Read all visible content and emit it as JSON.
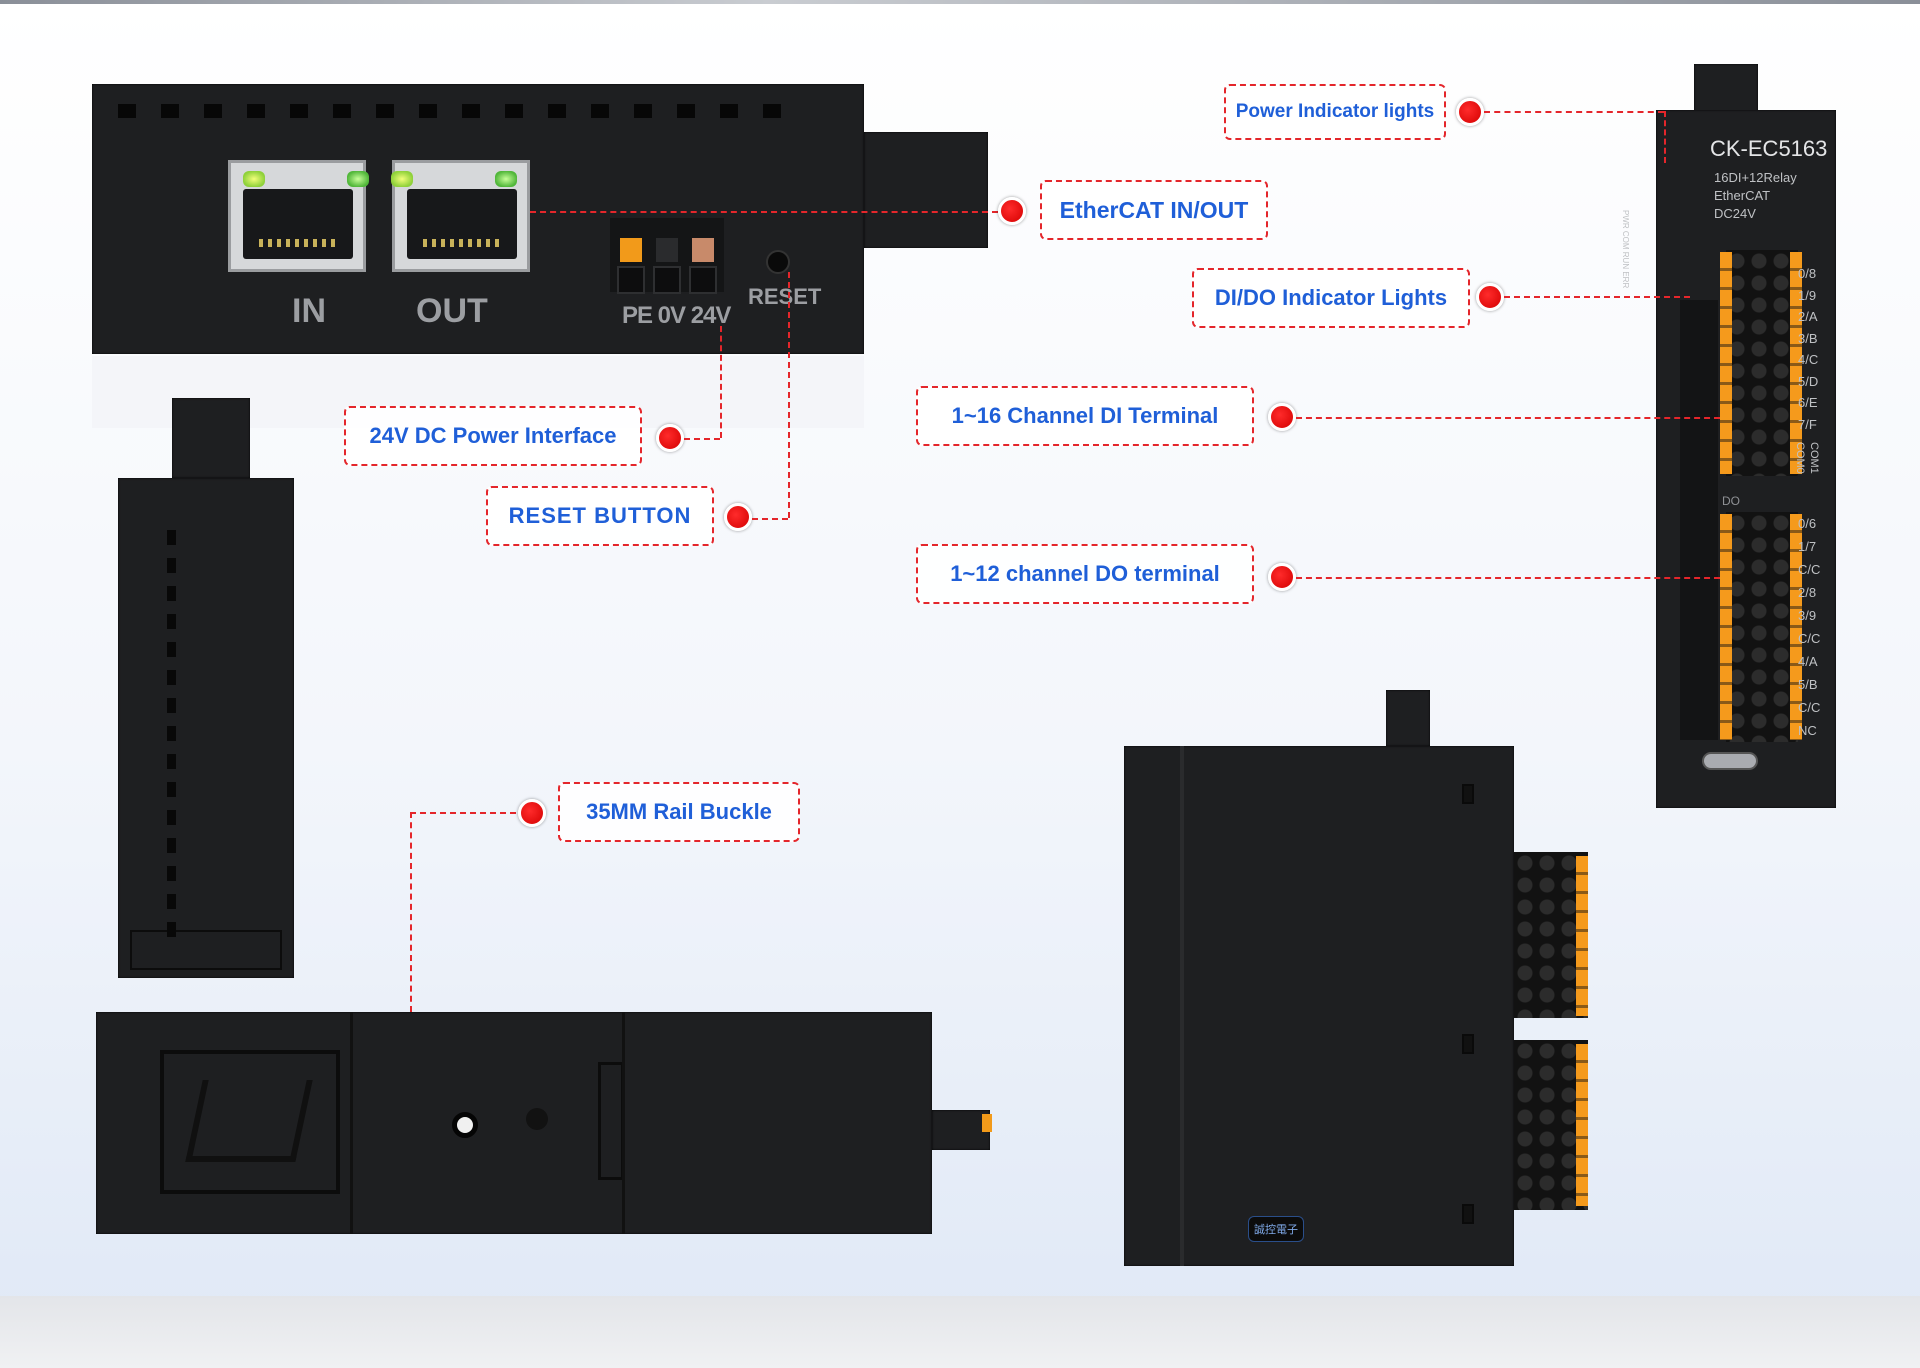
{
  "callouts": {
    "power_indicator": "Power Indicator lights",
    "ethercat": "EtherCAT IN/OUT",
    "dido_lights": "DI/DO Indicator Lights",
    "di_terminal": "1~16 Channel DI Terminal",
    "do_terminal": "1~12 channel DO terminal",
    "power_interface": "24V DC Power Interface",
    "reset_button": "RESET BUTTON",
    "rail_buckle": "35MM Rail Buckle"
  },
  "top_view": {
    "port_in": "IN",
    "port_out": "OUT",
    "power_terminals": "PE 0V 24V",
    "reset": "RESET"
  },
  "front_view": {
    "model": "CK-EC5163",
    "spec_line1": "16DI+12Relay",
    "spec_line2": "EtherCAT",
    "spec_line3": "DC24V",
    "led_labels": "PWR COM RUN ERR",
    "di_channels": [
      "0/8",
      "1/9",
      "2/A",
      "3/B",
      "4/C",
      "5/D",
      "6/E",
      "7/F"
    ],
    "di_com1": "COM1",
    "di_com0": "COM0",
    "do_title": "DO",
    "do_channels": [
      "0/6",
      "1/7",
      "C/C",
      "2/8",
      "3/9",
      "C/C",
      "4/A",
      "5/B",
      "C/C",
      "NC"
    ]
  },
  "side_view": {
    "badge": "誠控電子"
  },
  "colors": {
    "accent_text": "#1f5fd8",
    "callout_red": "#e4262b",
    "device_body": "#1e1f21",
    "terminal_orange": "#f59a1c"
  }
}
